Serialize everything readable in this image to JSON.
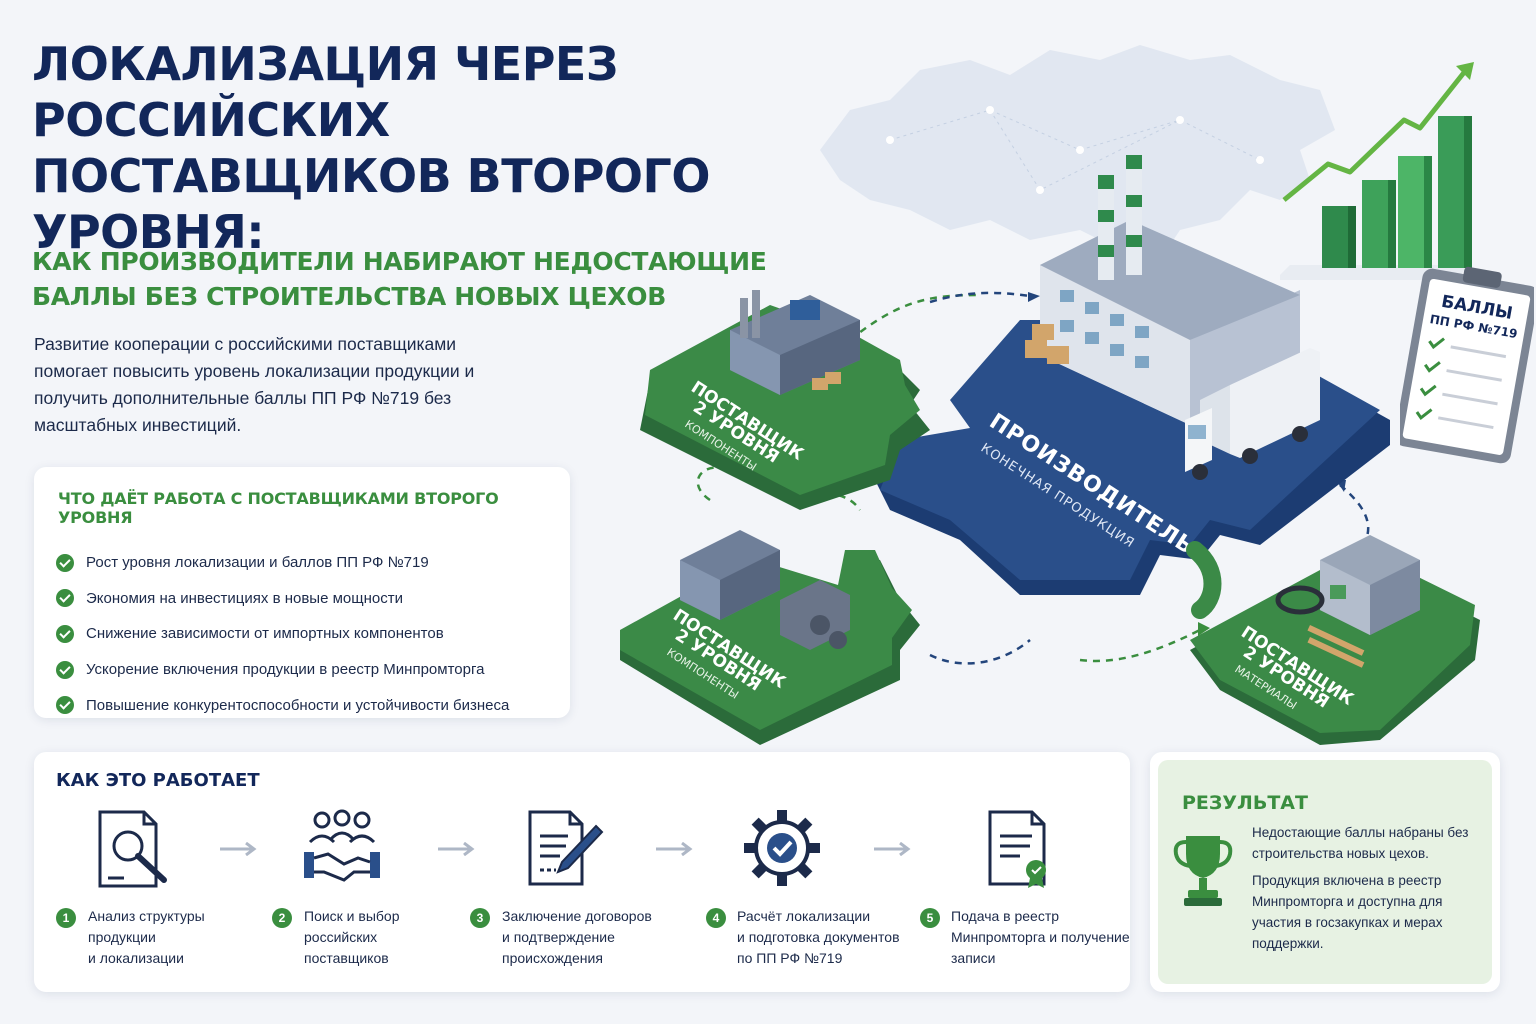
{
  "header": {
    "title": "Локализация через российских поставщиков второго уровня:",
    "subtitle": "Как производители набирают недостающие баллы без строительства новых цехов",
    "intro": "Развитие кооперации с российскими поставщиками помогает повысить уровень локализации продукции и получить дополнительные баллы ПП РФ №719 без масштабных инвестиций."
  },
  "benefits": {
    "heading": "Что даёт работа с поставщиками второго уровня",
    "items": [
      "Рост уровня локализации и баллов ПП РФ №719",
      "Экономия на инвестициях в новые мощности",
      "Снижение зависимости от импортных компонентов",
      "Ускорение включения продукции в реестр Минпромторга",
      "Повышение конкурентоспособности и устойчивости бизнеса"
    ]
  },
  "diagram": {
    "producer": {
      "title": "Производитель",
      "subtitle": "Конечная продукция"
    },
    "suppliers": [
      {
        "title_line1": "Поставщик",
        "title_line2": "2 уровня",
        "subtitle": "Компоненты"
      },
      {
        "title_line1": "Поставщик",
        "title_line2": "2 уровня",
        "subtitle": "Компоненты"
      },
      {
        "title_line1": "Поставщик",
        "title_line2": "2 уровня",
        "subtitle": "Материалы"
      }
    ],
    "clipboard": {
      "title": "Баллы",
      "subtitle": "ПП РФ №719"
    }
  },
  "how": {
    "heading": "Как это работает",
    "steps": [
      {
        "num": "1",
        "text": "Анализ структуры\nпродукции\nи локализации",
        "icon": "document-magnifier-icon"
      },
      {
        "num": "2",
        "text": "Поиск и выбор\nроссийских\nпоставщиков",
        "icon": "handshake-icon"
      },
      {
        "num": "3",
        "text": "Заключение договоров\nи подтверждение\nпроисхождения",
        "icon": "contract-pen-icon"
      },
      {
        "num": "4",
        "text": "Расчёт локализации\nи подготовка документов\nпо ПП РФ №719",
        "icon": "gear-check-icon"
      },
      {
        "num": "5",
        "text": "Подача в реестр\nМинпромторга и получение\nзаписи",
        "icon": "certificate-icon"
      }
    ]
  },
  "result": {
    "heading": "Результат",
    "text1": "Недостающие баллы набраны без строительства новых цехов.",
    "text2": "Продукция включена в реестр Минпромторга и доступна для участия в госзакупках и мерах поддержки."
  },
  "colors": {
    "navy": "#12275a",
    "green": "#3a8e3f",
    "puzzle_blue": "#23457c",
    "puzzle_green": "#3b8a47"
  }
}
